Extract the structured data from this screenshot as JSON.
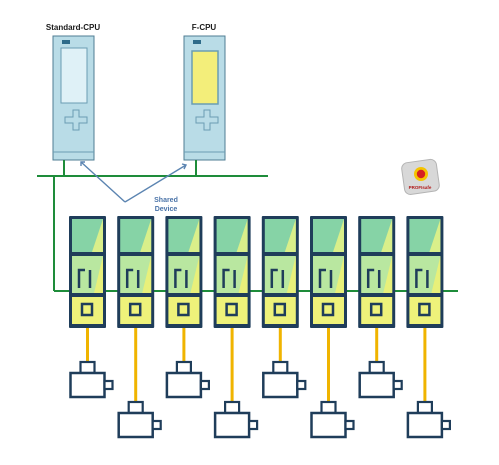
{
  "cpus": [
    {
      "label": "Standard-CPU",
      "display_color": "#dff1f7"
    },
    {
      "label": "F-CPU",
      "display_color": "#f3ee7a"
    }
  ],
  "shared_device": {
    "line1": "Shared",
    "line2": "Device"
  },
  "profisafe": {
    "label": "PROFIsafe"
  },
  "colors": {
    "network": "#1e8c3a",
    "cpu_body": "#b9dce7",
    "module_frame": "#1f3d5a",
    "module_top": "#86d3a6",
    "module_mid": "#b9e7a0",
    "module_bottom": "#eef27a",
    "cable": "#f0b400",
    "motor": "#1f3d5a",
    "arrow": "#5b84b1",
    "shared_text": "#4a73a8"
  },
  "module_count": 8,
  "motor_count": 8
}
